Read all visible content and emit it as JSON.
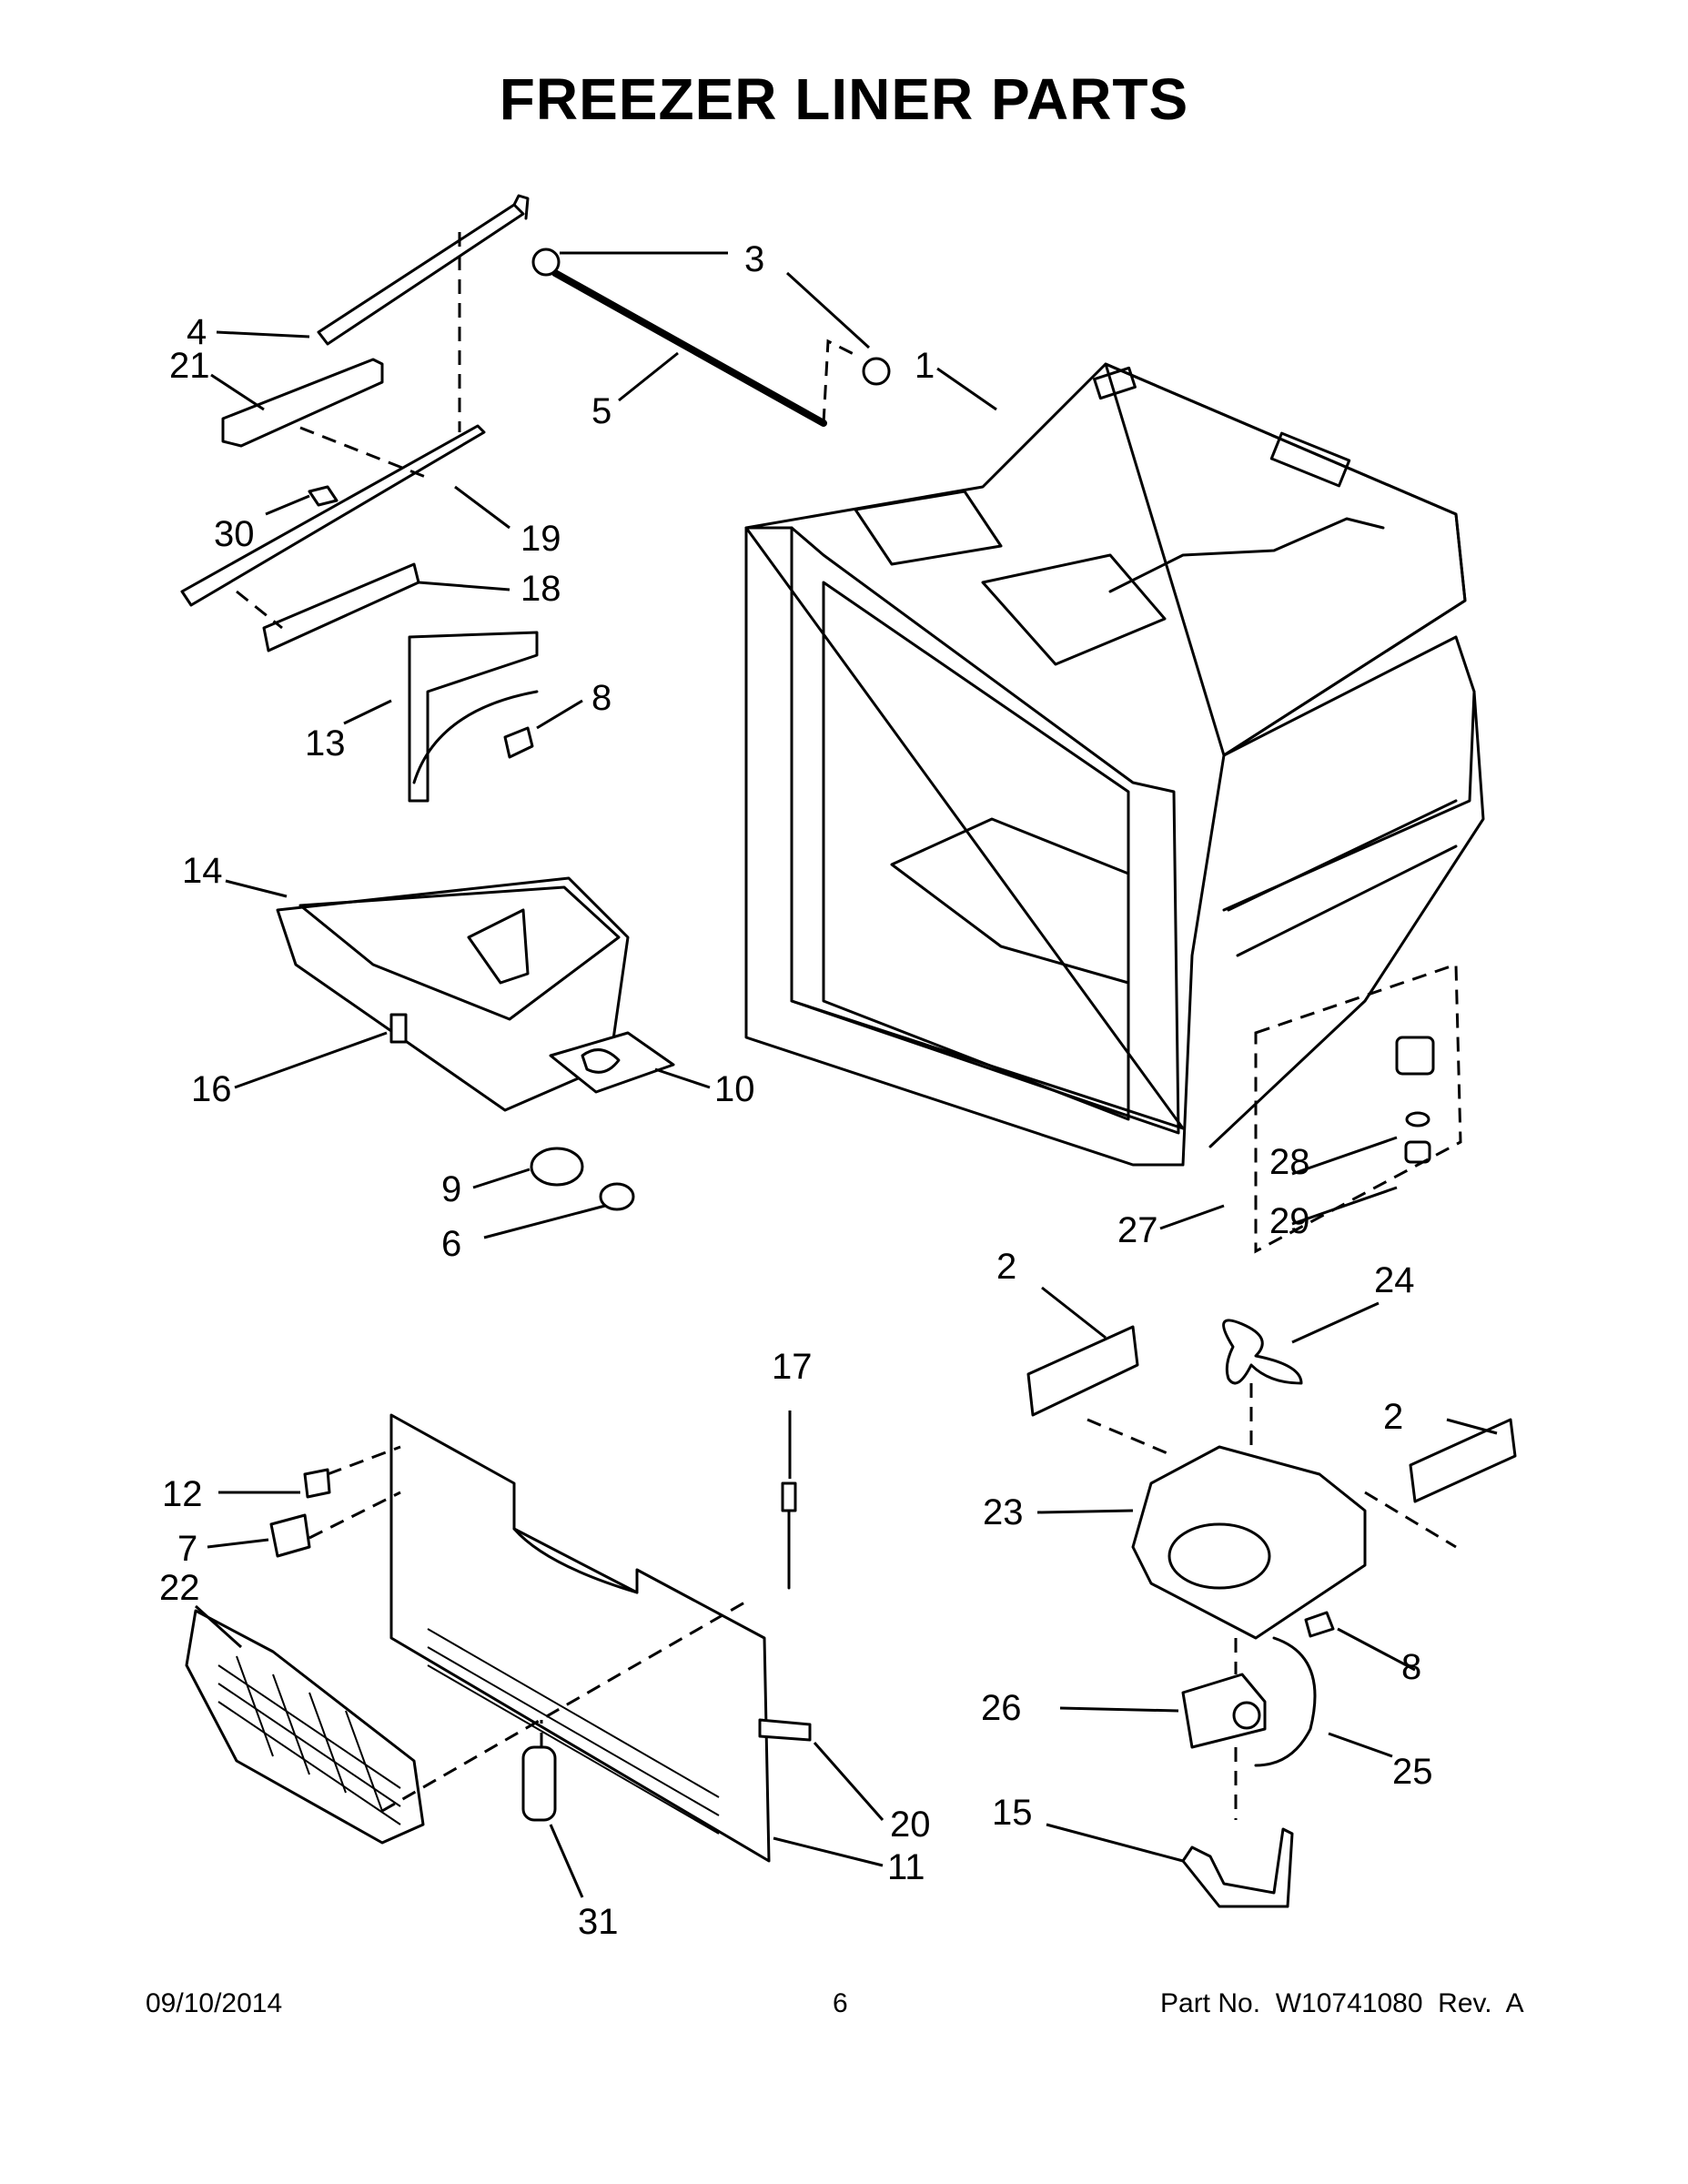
{
  "title": "FREEZER LINER PARTS",
  "callouts": [
    {
      "id": "1",
      "label": "1"
    },
    {
      "id": "2a",
      "label": "2"
    },
    {
      "id": "2b",
      "label": "2"
    },
    {
      "id": "3",
      "label": "3"
    },
    {
      "id": "4",
      "label": "4"
    },
    {
      "id": "5",
      "label": "5"
    },
    {
      "id": "6",
      "label": "6"
    },
    {
      "id": "7",
      "label": "7"
    },
    {
      "id": "8a",
      "label": "8"
    },
    {
      "id": "8b",
      "label": "8"
    },
    {
      "id": "9",
      "label": "9"
    },
    {
      "id": "10",
      "label": "10"
    },
    {
      "id": "11",
      "label": "11"
    },
    {
      "id": "12",
      "label": "12"
    },
    {
      "id": "13",
      "label": "13"
    },
    {
      "id": "14",
      "label": "14"
    },
    {
      "id": "15",
      "label": "15"
    },
    {
      "id": "16",
      "label": "16"
    },
    {
      "id": "17",
      "label": "17"
    },
    {
      "id": "18",
      "label": "18"
    },
    {
      "id": "19",
      "label": "19"
    },
    {
      "id": "20",
      "label": "20"
    },
    {
      "id": "21",
      "label": "21"
    },
    {
      "id": "22",
      "label": "22"
    },
    {
      "id": "23",
      "label": "23"
    },
    {
      "id": "24",
      "label": "24"
    },
    {
      "id": "25",
      "label": "25"
    },
    {
      "id": "26",
      "label": "26"
    },
    {
      "id": "27",
      "label": "27"
    },
    {
      "id": "28",
      "label": "28"
    },
    {
      "id": "29",
      "label": "29"
    },
    {
      "id": "30",
      "label": "30"
    },
    {
      "id": "31",
      "label": "31"
    }
  ],
  "footer": {
    "date": "09/10/2014",
    "page": "6",
    "part_no": "Part No.  W10741080  Rev.  A"
  }
}
